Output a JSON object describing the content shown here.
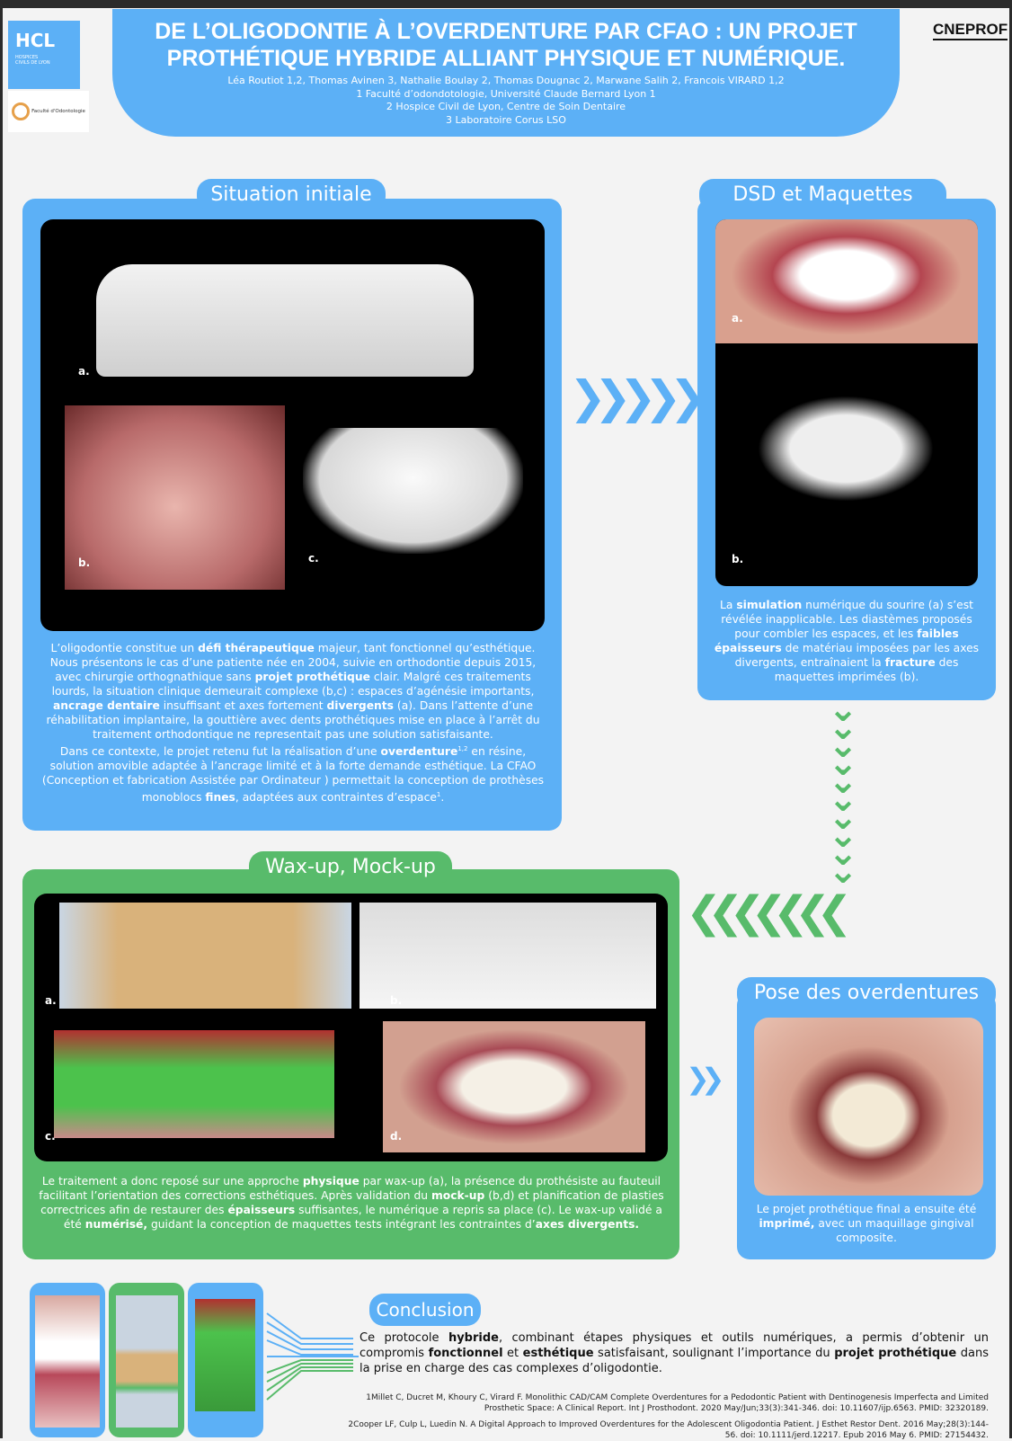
{
  "header": {
    "title_line1": "DE L’OLIGODONTIE À L’OVERDENTURE PAR CFAO : UN PROJET",
    "title_line2": "PROTHÉTIQUE HYBRIDE ALLIANT PHYSIQUE ET NUMÉRIQUE.",
    "authors": "Léa Routiot 1,2, Thomas Avinen 3, Nathalie Boulay 2, Thomas Dougnac 2, Marwane Salih 2, Francois VIRARD 1,2",
    "affil1": "1 Faculté d’odondotologie, Université Claude Bernard Lyon 1",
    "affil2": "2 Hospice Civil de Lyon, Centre de Soin Dentaire",
    "affil3": "3 Laboratoire Corus LSO"
  },
  "logos": {
    "hcl": "HCL",
    "hcl_sub": "HOSPICES CIVILS DE LYON",
    "faculte": "Faculté d'Odontologie",
    "cneprof": "CNEPROF"
  },
  "situation": {
    "title": "Situation initiale",
    "labels": [
      "a.",
      "b.",
      "c."
    ],
    "p1": "L’oligodontie constitue un ",
    "b1": "défi thérapeutique",
    "p2": " majeur, tant fonctionnel qu’esthétique. Nous présentons le cas d’une patiente née en 2004, suivie en orthodontie depuis 2015, avec chirurgie orthognathique sans ",
    "b2": "projet prothétique",
    "p3": " clair. Malgré ces traitements lourds, la situation clinique demeurait complexe (b,c) : espaces d’agénésie importants, ",
    "b3": "ancrage dentaire",
    "p4": " insuffisant et axes fortement ",
    "b4": "divergents",
    "p5": " (a). Dans l’attente d’une réhabilitation implantaire, la gouttière avec dents prothétiques  mise en place à l’arrêt du traitement orthodontique ne representait pas une solution satisfaisante.",
    "p6": "Dans ce contexte, le projet retenu fut la réalisation d’une ",
    "b6": "overdenture",
    "sup6": "1,2",
    "p7": " en résine, solution amovible adaptée à l’ancrage limité et à la forte demande esthétique. La CFAO (Conception et fabrication Assistée par Ordinateur ) permettait la conception de prothèses monoblocs ",
    "b7": "fines",
    "p8": ", adaptées aux contraintes d’espace",
    "sup8": "1",
    "p9": "."
  },
  "dsd": {
    "title": "DSD et Maquettes",
    "labels": [
      "a.",
      "b."
    ],
    "p1": "La ",
    "b1": "simulation",
    "p2": " numérique du sourire (a) s’est révélée inapplicable. Les diastèmes proposés pour combler les espaces, et les ",
    "b2": "faibles épaisseurs",
    "p3": " de matériau imposées par les axes divergents, entraînaient la ",
    "b3": "fracture",
    "p4": " des maquettes imprimées (b)."
  },
  "waxup": {
    "title": "Wax-up, Mock-up",
    "labels": [
      "a.",
      "b.",
      "c.",
      "d."
    ],
    "p1": "Le traitement a donc reposé sur une approche ",
    "b1": "physique",
    "p2": " par wax-up (a), la présence du prothésiste au fauteuil facilitant l’orientation des corrections esthétiques. Après validation du ",
    "b2": "mock-up",
    "p3": " (b,d) et planification de plasties correctrices afin de restaurer des ",
    "b3": "épaisseurs",
    "p4": " suffisantes, le numérique a repris sa place (c). Le wax-up validé a été ",
    "b4": "numérisé,",
    "p5": " guidant la conception de maquettes tests intégrant les contraintes d’",
    "b5": "axes divergents."
  },
  "pose": {
    "title": "Pose des overdentures",
    "p1": "Le projet prothétique final a ensuite été ",
    "b1": "imprimé,",
    "p2": " avec un maquillage gingival composite."
  },
  "conclusion": {
    "title": "Conclusion",
    "p1": "Ce protocole ",
    "b1": "hybride",
    "p2": ", combinant étapes physiques et outils numériques, a permis d’obtenir un compromis ",
    "b2": "fonctionnel",
    "p3": " et ",
    "b3": "esthétique",
    "p4": " satisfaisant, soulignant l’importance du ",
    "b4": "projet prothétique",
    "p5": " dans la prise en charge des cas complexes d’oligodontie."
  },
  "references": [
    "1Millet C, Ducret M, Khoury C, Virard F. Monolithic CAD/CAM Complete Overdentures for a Pedodontic Patient with Dentinogenesis Imperfecta and Limited Prosthetic Space: A Clinical Report. Int J Prosthodont. 2020 May/Jun;33(3):341-346. doi: 10.11607/ijp.6563. PMID: 32320189.",
    "2Cooper LF, Culp L, Luedin N. A Digital Approach to Improved Overdentures for the Adolescent Oligodontia Patient. J Esthet Restor Dent. 2016 May;28(3):144-56. doi: 10.1111/jerd.12217. Epub 2016 May 6. PMID: 27154432."
  ],
  "colors": {
    "blue": "#5cb0f6",
    "green": "#58bb6b"
  }
}
